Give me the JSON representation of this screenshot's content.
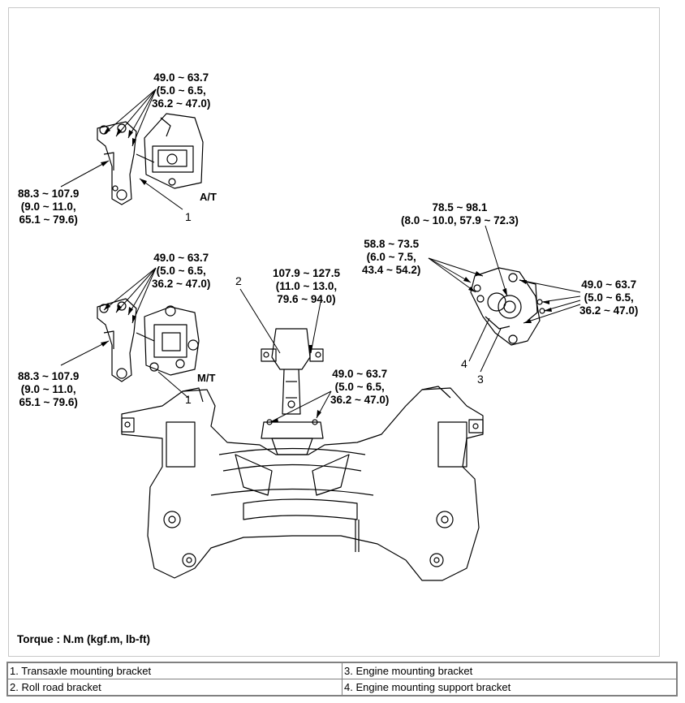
{
  "figure": {
    "groups": [
      {
        "id": "at-upper",
        "lines": [
          "49.0 ~ 63.7",
          "(5.0 ~ 6.5,",
          "36.2 ~ 47.0)"
        ]
      },
      {
        "id": "at-lower",
        "lines": [
          "88.3 ~ 107.9",
          "(9.0 ~ 11.0,",
          "65.1 ~ 79.6)"
        ]
      },
      {
        "id": "mt-upper",
        "lines": [
          "49.0 ~ 63.7",
          "(5.0 ~ 6.5,",
          "36.2 ~ 47.0)"
        ]
      },
      {
        "id": "mt-lower",
        "lines": [
          "88.3 ~ 107.9",
          "(9.0 ~ 11.0,",
          "65.1 ~ 79.6)"
        ]
      },
      {
        "id": "roll-rod",
        "lines": [
          "107.9 ~ 127.5",
          "(11.0 ~ 13.0,",
          "79.6 ~ 94.0)"
        ]
      },
      {
        "id": "roll-rod-lower",
        "lines": [
          "49.0 ~ 63.7",
          "(5.0 ~ 6.5,",
          "36.2 ~ 47.0)"
        ]
      },
      {
        "id": "engine-top",
        "lines": [
          "78.5 ~ 98.1",
          "(8.0 ~ 10.0, 57.9 ~ 72.3)"
        ]
      },
      {
        "id": "engine-left",
        "lines": [
          "58.8 ~ 73.5",
          "(6.0 ~ 7.5,",
          "43.4 ~ 54.2)"
        ]
      },
      {
        "id": "engine-right",
        "lines": [
          "49.0 ~ 63.7",
          "(5.0 ~ 6.5,",
          "36.2 ~ 47.0)"
        ]
      }
    ],
    "tags": {
      "at": "A/T",
      "mt": "M/T"
    },
    "callouts": {
      "c1a": "1",
      "c1b": "1",
      "c2": "2",
      "c3": "3",
      "c4": "4"
    },
    "torque_note": "Torque : N.m (kgf.m, lb-ft)"
  },
  "legend": {
    "rows": [
      [
        "1. Transaxle mounting bracket",
        "3. Engine mounting bracket"
      ],
      [
        "2. Roll road bracket",
        "4. Engine mounting support bracket"
      ]
    ]
  }
}
